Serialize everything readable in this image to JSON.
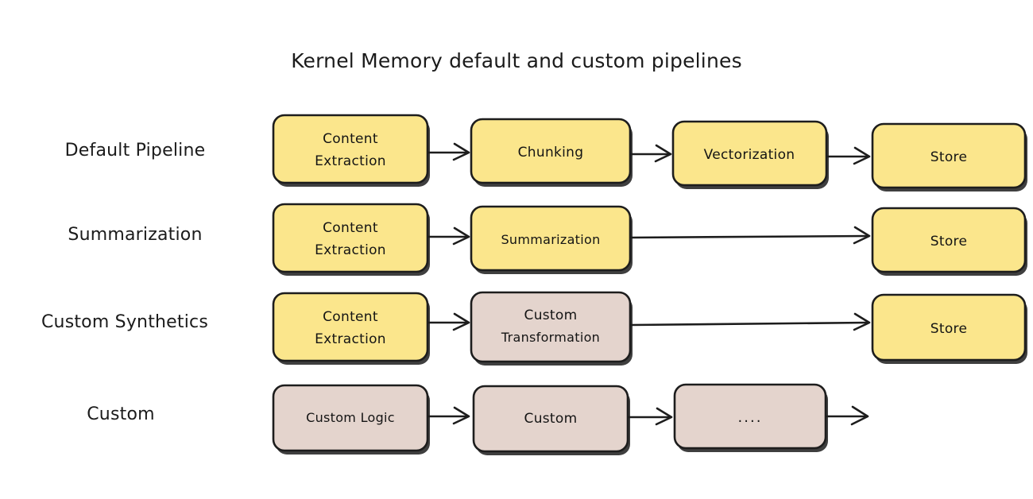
{
  "diagram": {
    "title": "Kernel Memory default and custom pipelines",
    "colors": {
      "yellow_fill": "#FBE68C",
      "pink_fill": "#E4D4CD",
      "stroke": "#1D1D1D",
      "text": "#141414",
      "background": "#FFFFFF"
    },
    "rows": [
      {
        "label": "Default Pipeline",
        "nodes": [
          {
            "text": "Content Extraction",
            "line1": "Content",
            "line2": "Extraction",
            "fill": "yellow"
          },
          {
            "text": "Chunking",
            "line1": "Chunking",
            "line2": "",
            "fill": "yellow"
          },
          {
            "text": "Vectorization",
            "line1": "Vectorization",
            "line2": "",
            "fill": "yellow"
          },
          {
            "text": "Store",
            "line1": "Store",
            "line2": "",
            "fill": "yellow"
          }
        ],
        "trailing_arrow": false
      },
      {
        "label": "Summarization",
        "nodes": [
          {
            "text": "Content Extraction",
            "line1": "Content",
            "line2": "Extraction",
            "fill": "yellow"
          },
          {
            "text": "Summarization",
            "line1": "Summarization",
            "line2": "",
            "fill": "yellow"
          },
          {
            "text": "Store",
            "line1": "Store",
            "line2": "",
            "fill": "yellow"
          }
        ],
        "trailing_arrow": false
      },
      {
        "label": "Custom Synthetics",
        "nodes": [
          {
            "text": "Content Extraction",
            "line1": "Content",
            "line2": "Extraction",
            "fill": "yellow"
          },
          {
            "text": "Custom Transformation",
            "line1": "Custom",
            "line2": "Transformation",
            "fill": "pink"
          },
          {
            "text": "Store",
            "line1": "Store",
            "line2": "",
            "fill": "yellow"
          }
        ],
        "trailing_arrow": false
      },
      {
        "label": "Custom",
        "nodes": [
          {
            "text": "Custom Logic",
            "line1": "Custom Logic",
            "line2": "",
            "fill": "pink"
          },
          {
            "text": "Custom",
            "line1": "Custom",
            "line2": "",
            "fill": "pink"
          },
          {
            "text": "....",
            "line1": "....",
            "line2": "",
            "fill": "pink"
          }
        ],
        "trailing_arrow": true
      }
    ]
  }
}
